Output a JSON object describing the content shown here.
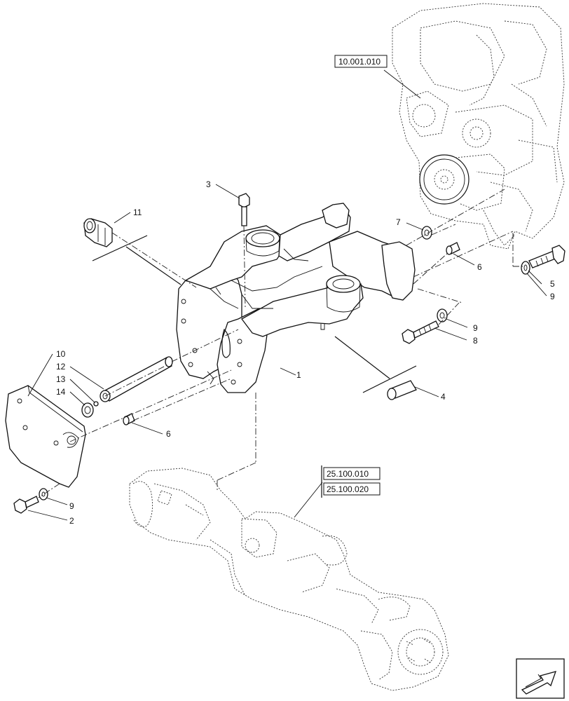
{
  "callouts": {
    "c1": "1",
    "c2": "2",
    "c3": "3",
    "c4": "4",
    "c5": "5",
    "c6a": "6",
    "c6b": "6",
    "c7": "7",
    "c8": "8",
    "c9a": "9",
    "c9b": "9",
    "c9c": "9",
    "c10": "10",
    "c11": "11",
    "c12": "12",
    "c13": "13",
    "c14": "14"
  },
  "references": {
    "engine": "10.001.010",
    "axle_1": "25.100.010",
    "axle_2": "25.100.020"
  },
  "nav_icon": "next-page-arrow-icon"
}
